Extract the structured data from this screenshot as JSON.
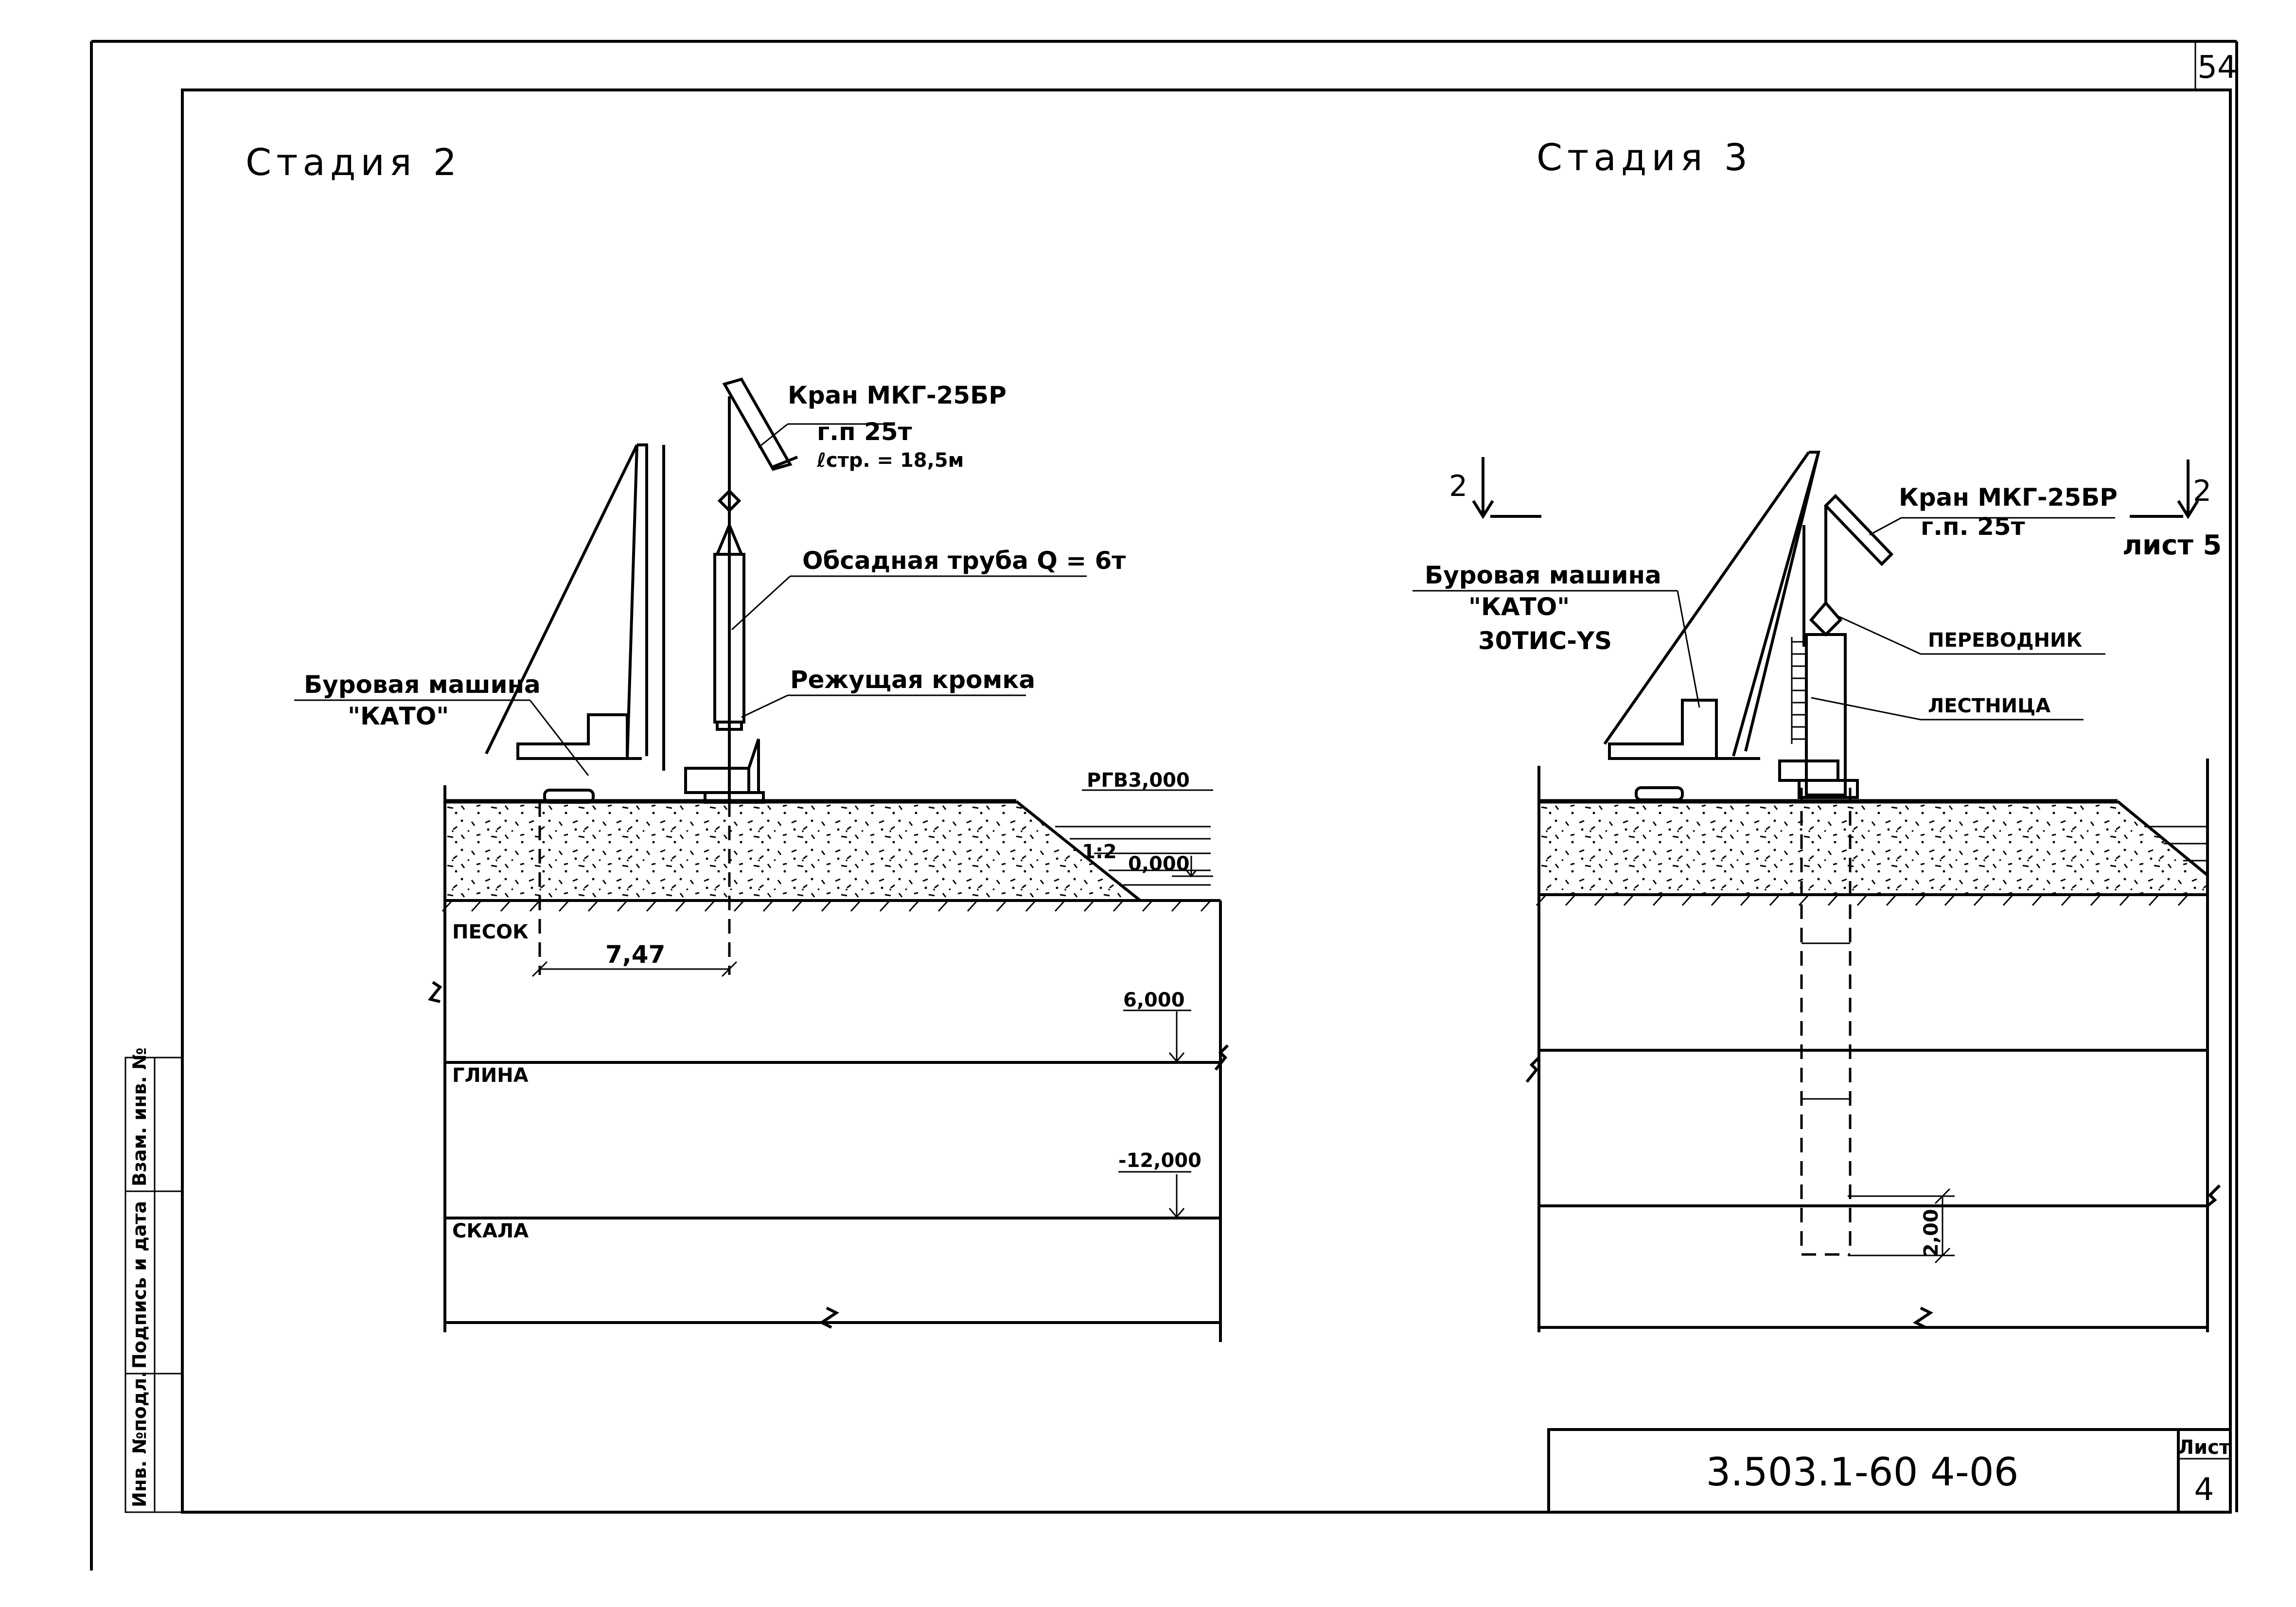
{
  "sheet_number_top": "54",
  "stage2": {
    "title": "Стадия 2",
    "crane_title": "Кран МКГ-25БР",
    "crane_capacity": "г.п 25т",
    "crane_boom": "ℓстр. = 18,5м",
    "casing": "Обсадная труба Q = 6т",
    "cutting_edge": "Режущая кромка",
    "drill_machine": "Буровая машина",
    "drill_brand": "\"КАТО\"",
    "rgv_level": "РГВ3,000",
    "slope": "1:2",
    "zero_level": "0,000",
    "sand": "ПЕСОК",
    "dim_747": "7,47",
    "level_6": "6,000",
    "clay": "ГЛИНА",
    "level_12": "-12,000",
    "rock": "СКАЛА"
  },
  "stage3": {
    "title": "Стадия 3",
    "section_mark_left": "2",
    "section_mark_right": "2",
    "sheet_ref": "лист 5",
    "crane_title": "Кран МКГ-25БР",
    "crane_capacity": "г.п. 25т",
    "drill_machine": "Буровая машина",
    "drill_brand": "\"КАТО\"",
    "drill_model": "30ТИС-YS",
    "adapter": "ПЕРЕВОДНИК",
    "ladder": "ЛЕСТНИЦА",
    "dim_200": "2,00"
  },
  "side_stamp": {
    "cell_1": "Инв. №подл.",
    "cell_2": "Подпись и дата",
    "cell_3": "Взам. инв. №"
  },
  "title_block": {
    "code": "3.503.1-60 4-06",
    "sheet_label": "Лист",
    "sheet_value": "4"
  }
}
